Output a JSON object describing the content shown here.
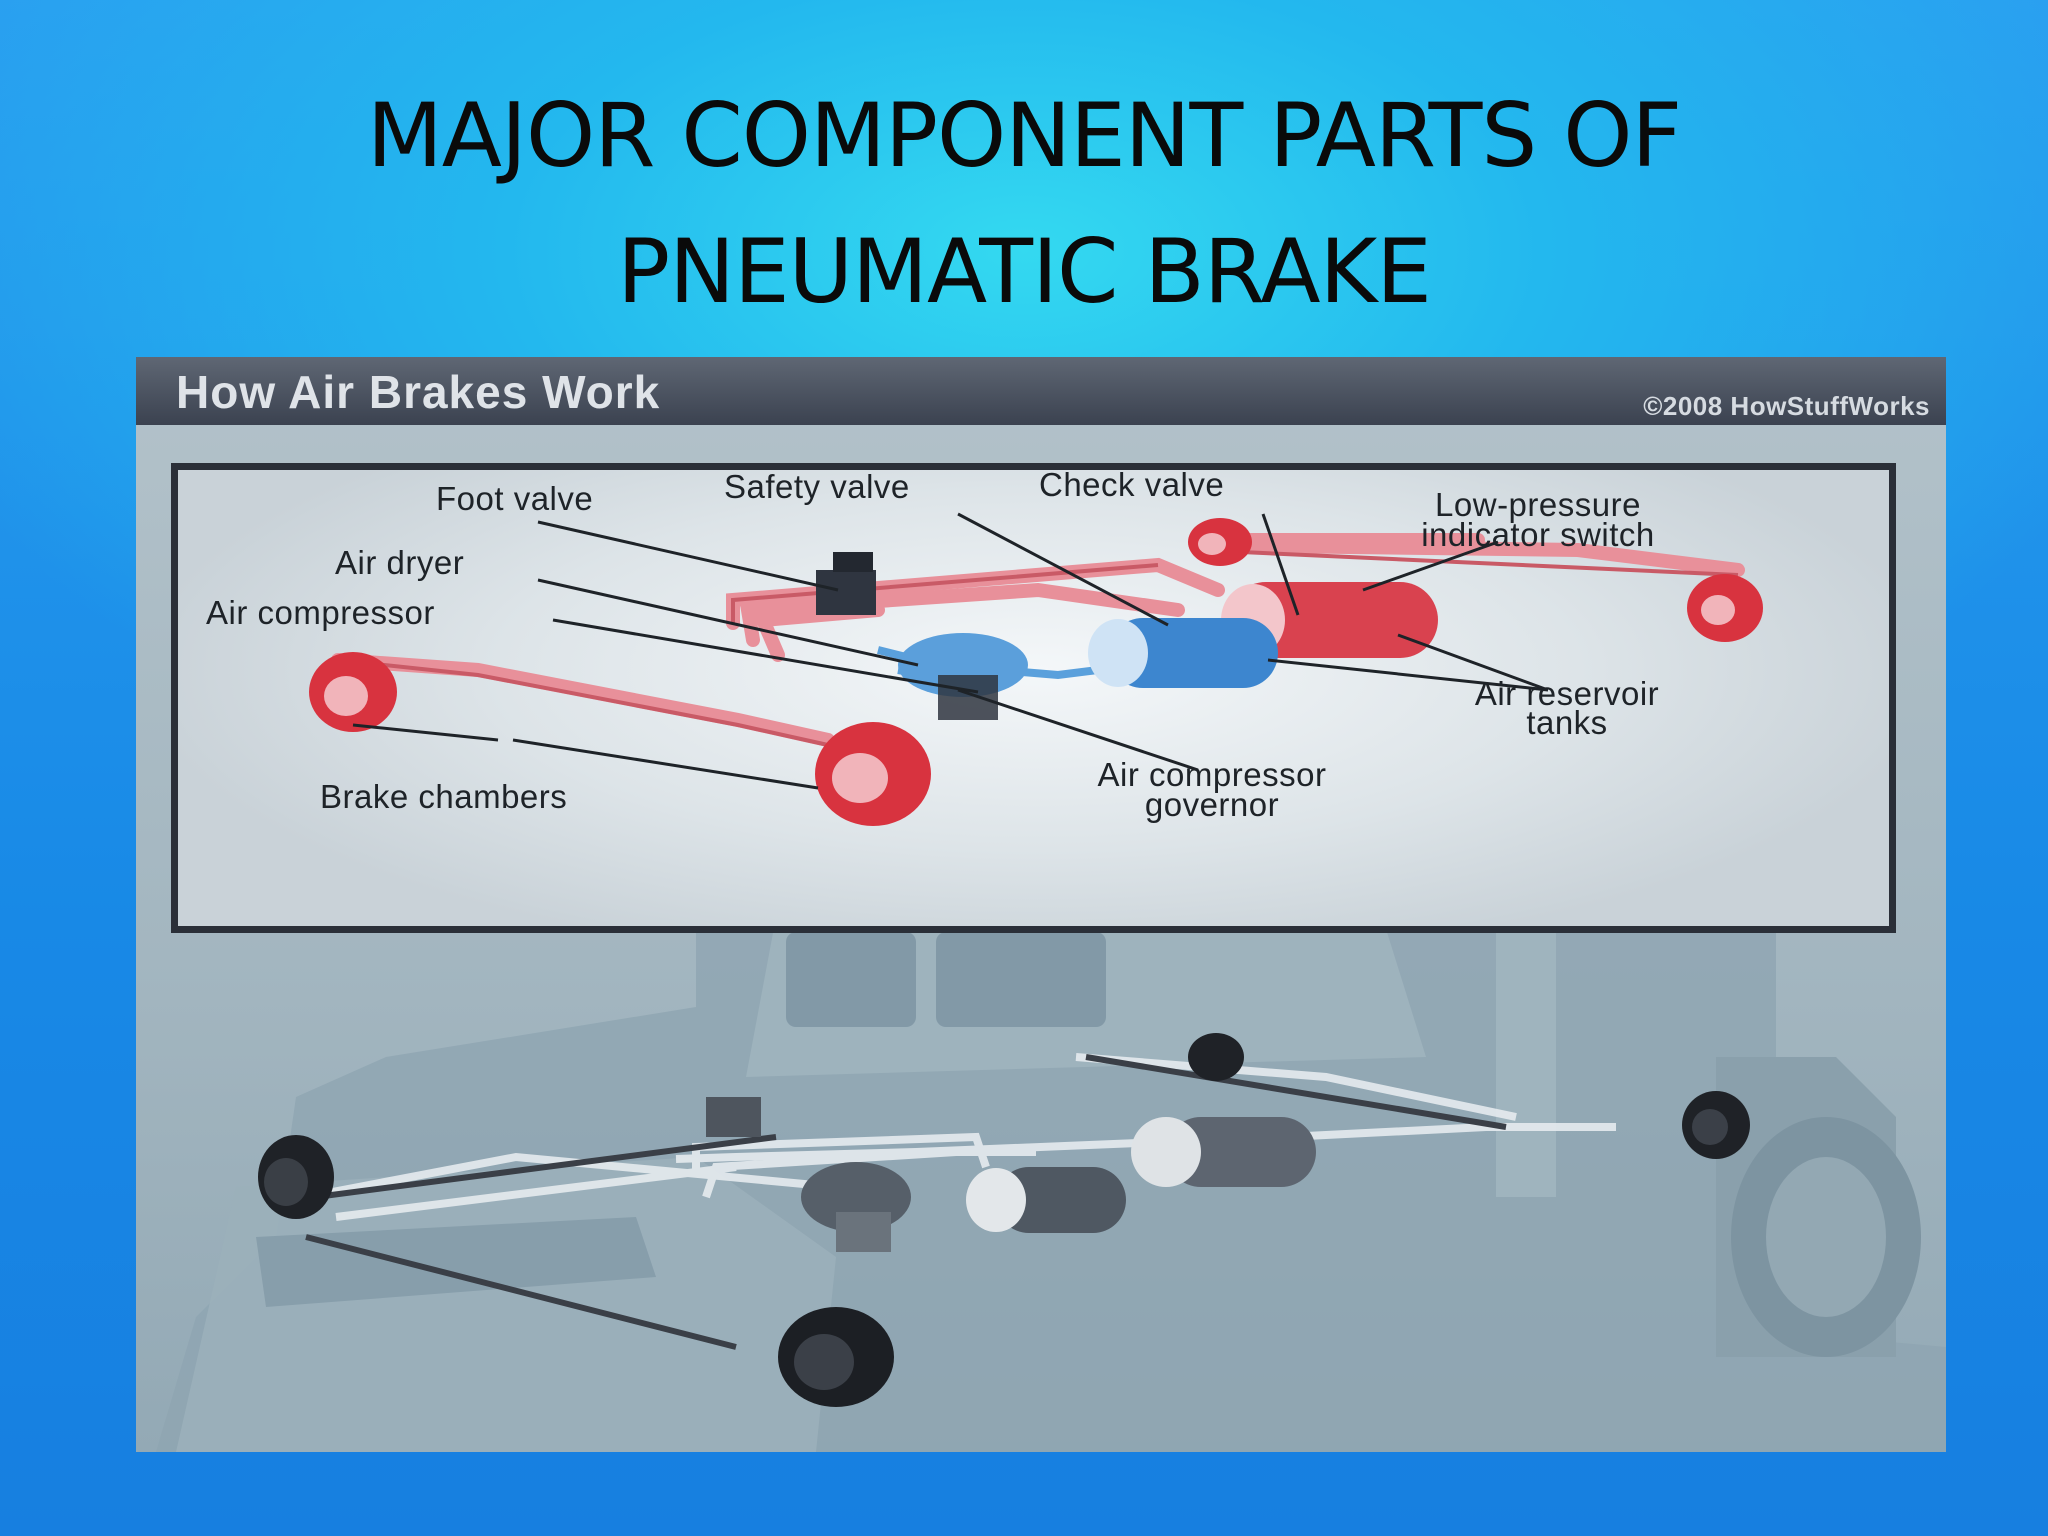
{
  "slide": {
    "title_line1": "MAJOR COMPONENT PARTS OF",
    "title_line2": "PNEUMATIC BRAKE"
  },
  "figure": {
    "header_title": "How Air Brakes Work",
    "copyright": "©2008 HowStuffWorks",
    "labels": {
      "foot_valve": "Foot valve",
      "safety_valve": "Safety valve",
      "check_valve": "Check valve",
      "low_pressure_line1": "Low-pressure",
      "low_pressure_line2": "indicator switch",
      "air_dryer": "Air dryer",
      "air_compressor": "Air compressor",
      "air_reservoir_line1": "Air reservoir",
      "air_reservoir_line2": "tanks",
      "brake_chambers": "Brake chambers",
      "governor_line1": "Air compressor",
      "governor_line2": "governor"
    }
  },
  "colors": {
    "background": "#1e8fe8",
    "title_text": "#0a0a0a",
    "brake_red": "#d8333f",
    "valve_blue": "#3f8fd8",
    "header_bar": "#454c59"
  }
}
